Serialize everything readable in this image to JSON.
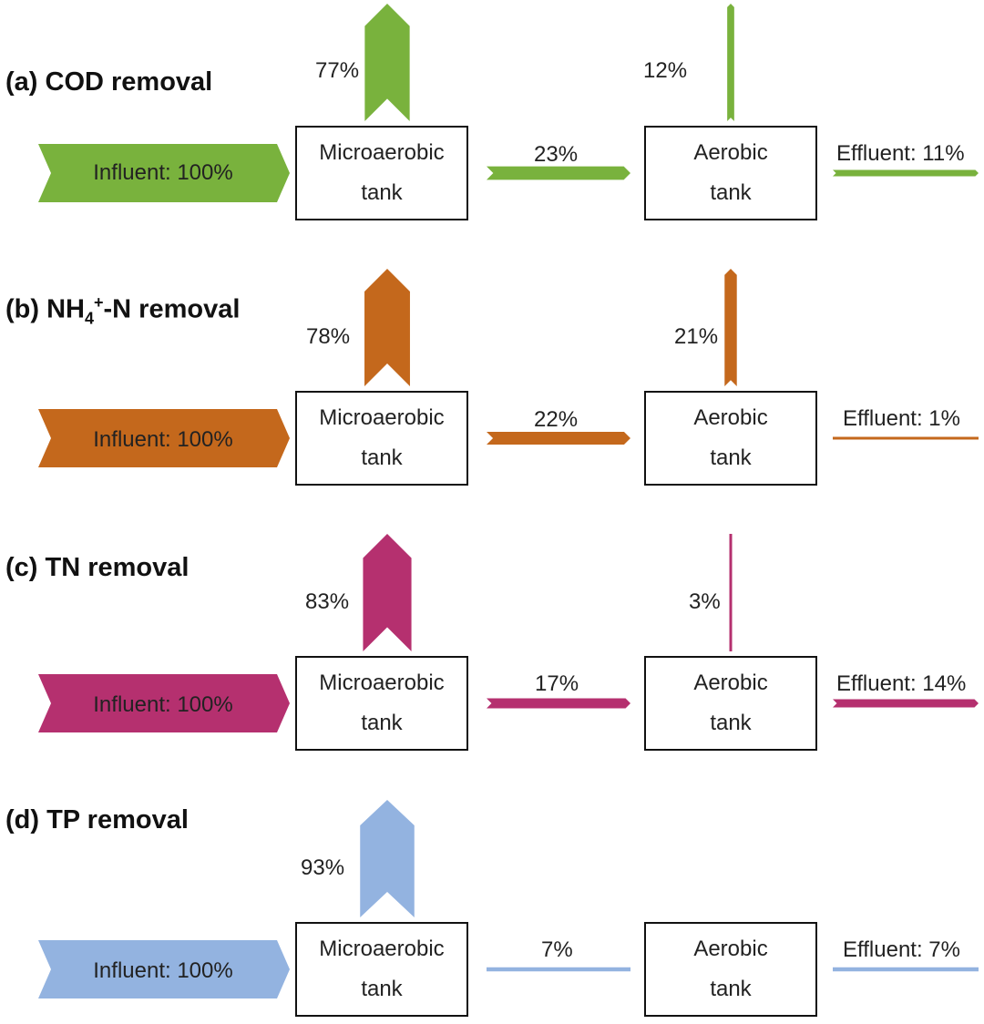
{
  "panels": [
    {
      "title": "(a) COD removal",
      "color": "#79b23d",
      "influent": "Influent: 100%",
      "microaerobic_line1": "Microaerobic",
      "microaerobic_line2": "tank",
      "aerobic_line1": "Aerobic",
      "aerobic_line2": "tank",
      "micro_removal": 77,
      "micro_removal_label": "77%",
      "transfer": 23,
      "transfer_label": "23%",
      "aerobic_removal": 12,
      "aerobic_removal_label": "12%",
      "effluent": 11,
      "effluent_label": "Effluent: 11%"
    },
    {
      "title": "(b) NH",
      "title_sub": "4",
      "title_sup": "+",
      "title_rest": "-N removal",
      "color": "#c4681c",
      "influent": "Influent: 100%",
      "microaerobic_line1": "Microaerobic",
      "microaerobic_line2": "tank",
      "aerobic_line1": "Aerobic",
      "aerobic_line2": "tank",
      "micro_removal": 78,
      "micro_removal_label": "78%",
      "transfer": 22,
      "transfer_label": "22%",
      "aerobic_removal": 21,
      "aerobic_removal_label": "21%",
      "effluent": 1,
      "effluent_label": "Effluent: 1%"
    },
    {
      "title": "(c) TN removal",
      "color": "#b5306f",
      "influent": "Influent: 100%",
      "microaerobic_line1": "Microaerobic",
      "microaerobic_line2": "tank",
      "aerobic_line1": "Aerobic",
      "aerobic_line2": "tank",
      "micro_removal": 83,
      "micro_removal_label": "83%",
      "transfer": 17,
      "transfer_label": "17%",
      "aerobic_removal": 3,
      "aerobic_removal_label": "3%",
      "effluent": 14,
      "effluent_label": "Effluent: 14%"
    },
    {
      "title": "(d) TP removal",
      "color": "#93b3e0",
      "influent": "Influent: 100%",
      "microaerobic_line1": "Microaerobic",
      "microaerobic_line2": "tank",
      "aerobic_line1": "Aerobic",
      "aerobic_line2": "tank",
      "micro_removal": 93,
      "micro_removal_label": "93%",
      "transfer": 7,
      "transfer_label": "7%",
      "aerobic_removal": 0,
      "aerobic_removal_label": "",
      "effluent": 7,
      "effluent_label": "Effluent: 7%"
    }
  ]
}
